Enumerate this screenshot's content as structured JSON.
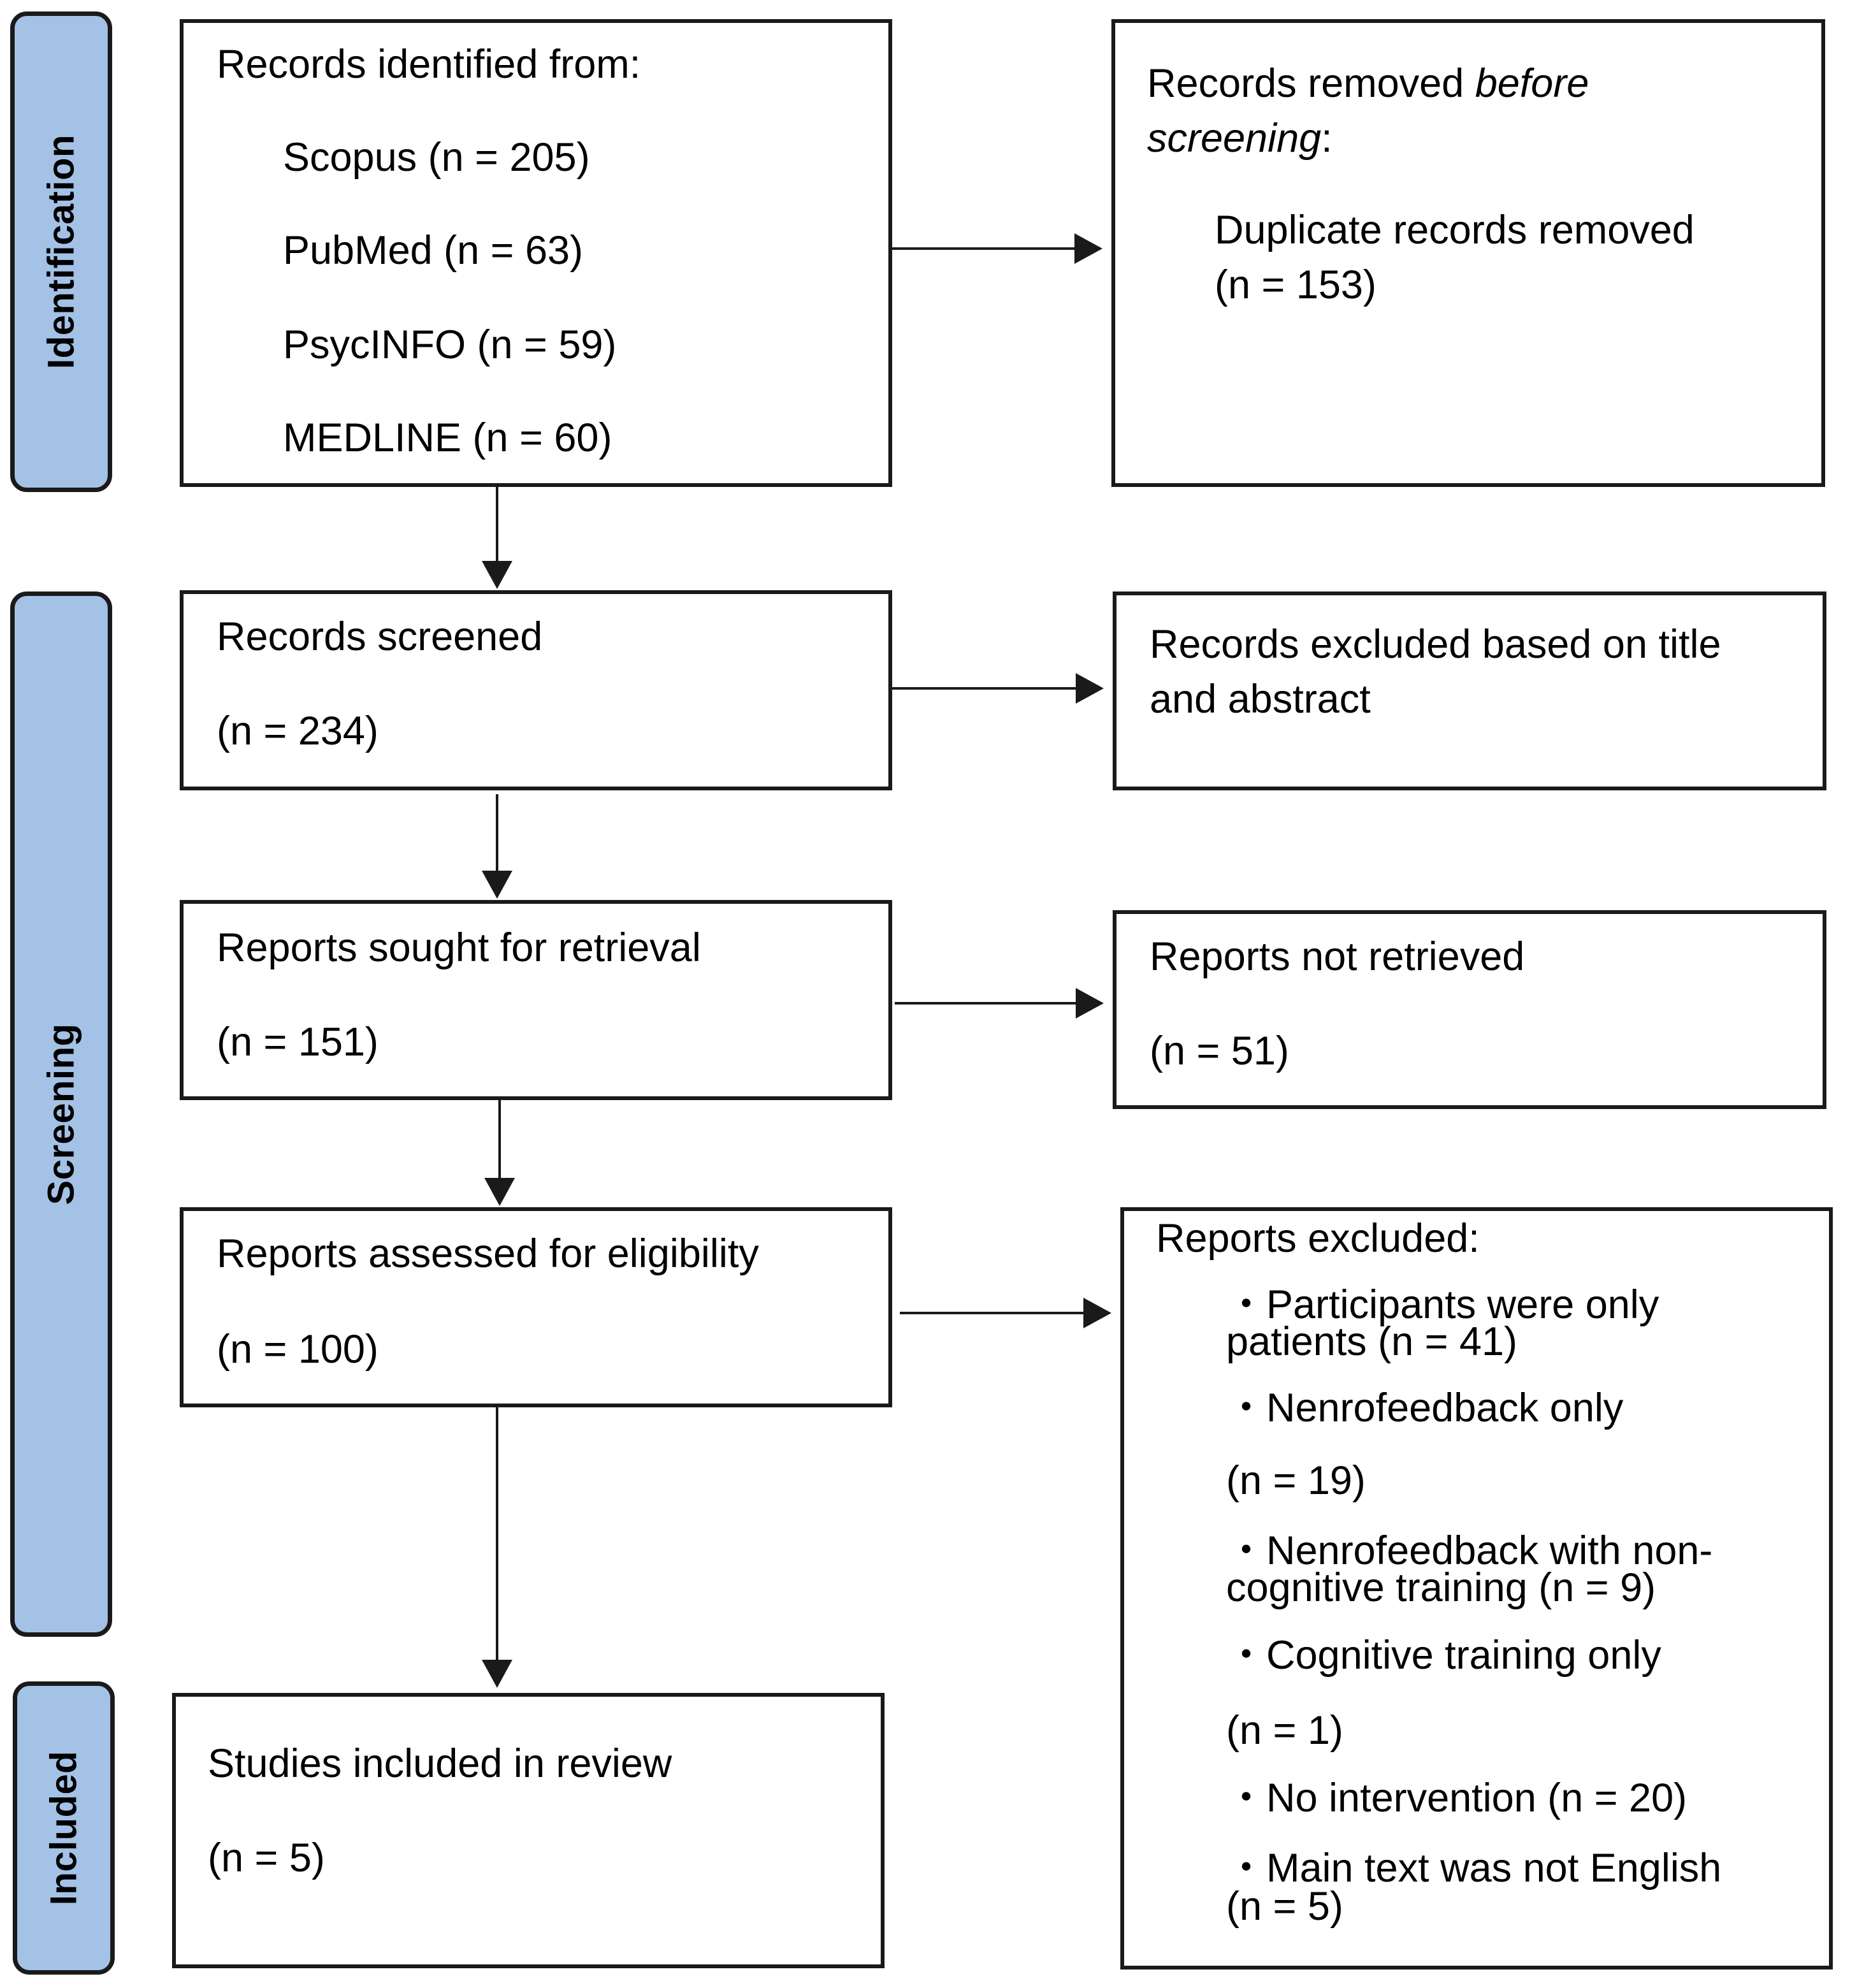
{
  "stages": {
    "identification": "Identification",
    "screening": "Screening",
    "included": "Included"
  },
  "identified": {
    "title": "Records identified from:",
    "sources": [
      "Scopus (n = 205)",
      "PubMed (n = 63)",
      "PsycINFO (n = 59)",
      "MEDLINE (n = 60)"
    ]
  },
  "removed": {
    "title_part1": "Records removed ",
    "title_italic1": "before",
    "title_italic2": "screening",
    "title_colon": ":",
    "line1": "Duplicate records removed",
    "line2": "(n = 153)"
  },
  "screened": {
    "title": "Records screened",
    "count": "(n = 234)"
  },
  "excluded_title_abstract": {
    "line1": "Records excluded based on title",
    "line2": "and abstract"
  },
  "sought": {
    "title": "Reports sought for retrieval",
    "count": "(n = 151)"
  },
  "not_retrieved": {
    "title": "Reports not retrieved",
    "count": "(n = 51)"
  },
  "assessed": {
    "title": "Reports assessed for eligibility",
    "count": "(n = 100)"
  },
  "reports_excluded": {
    "title": "Reports excluded:",
    "lines": [
      "・Participants were only",
      "patients (n = 41)",
      "・Nenrofeedback only",
      "(n = 19)",
      "・Nenrofeedback with non-",
      "cognitive training (n = 9)",
      "・Cognitive training only",
      "(n = 1)",
      "・No intervention (n = 20)",
      "・Main text was not English",
      "(n = 5)"
    ]
  },
  "included_box": {
    "title": "Studies included in review",
    "count": "(n = 5)"
  },
  "colors": {
    "stage_fill": "#a4c2e6",
    "line": "#1a1a1a"
  }
}
